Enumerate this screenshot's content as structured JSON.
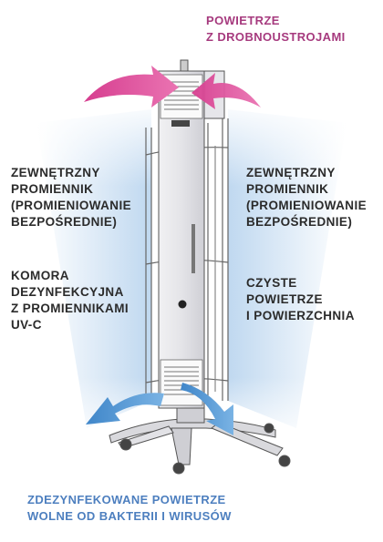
{
  "labels": {
    "top": [
      "POWIETRZE",
      "Z DROBNOUSTROJAMI"
    ],
    "left_outer": [
      "ZEWNĘTRZNY",
      "PROMIENNIK",
      "(PROMIENIOWANIE",
      "BEZPOŚREDNIE)"
    ],
    "right_outer": [
      "ZEWNĘTRZNY",
      "PROMIENNIK",
      "(PROMIENIOWANIE",
      "BEZPOŚREDNIE)"
    ],
    "chamber": [
      "KOMORA",
      "DEZYNFEKCYJNA",
      "Z PROMIENNIKAMI",
      "UV-C"
    ],
    "clean": [
      "CZYSTE",
      "POWIETRZE",
      "I POWIERZCHNIA"
    ],
    "bottom": [
      "ZDEZYNFEKOWANE POWIETRZE",
      "WOLNE OD BAKTERII I WIRUSÓW"
    ]
  },
  "colors": {
    "contaminated_air": "#d63d8f",
    "clean_air": "#3f86c9",
    "uv_glow": "#bcd6ef",
    "top_label": "#a63a7e",
    "bottom_label": "#4d7fbf",
    "text": "#2b2b2b"
  },
  "icons": {
    "intake_arrow": "magenta-curved-arrow-icon",
    "outflow_arrow": "blue-curved-arrow-icon",
    "pointer": "pointer-dot-icon"
  }
}
